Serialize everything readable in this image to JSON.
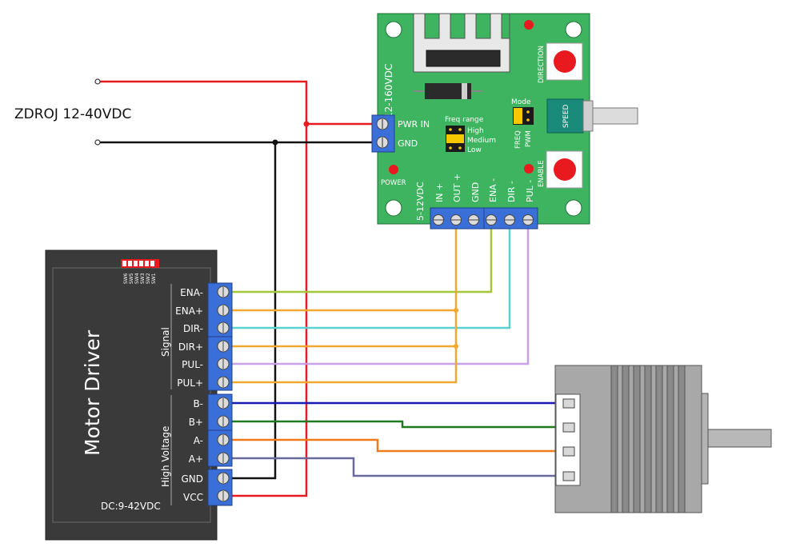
{
  "supply": {
    "label": "ZDROJ 12-40VDC"
  },
  "controller_board": {
    "voltage_label": "12-160VDC",
    "pwr_in_label": "PWR IN",
    "gnd_label": "GND",
    "freq_range_title": "Freq range",
    "freq_options": [
      "High",
      "Medium",
      "Low"
    ],
    "mode_title": "Mode",
    "mode_options": [
      "FREQ",
      "PWM"
    ],
    "direction_label": "DIRECTION",
    "enable_label": "ENABLE",
    "speed_label": "SPEED",
    "power_label": "POWER",
    "logic_voltage_label": "5-12VDC",
    "terminals": [
      "IN +",
      "OUT +",
      "GND",
      "ENA -",
      "DIR -",
      "PUL -"
    ]
  },
  "motor_driver": {
    "title": "Motor Driver",
    "switch_labels": [
      "SW6",
      "SW5",
      "SW4",
      "SW3",
      "SW2",
      "SW1"
    ],
    "signal_group_label": "Signal",
    "high_voltage_group_label": "High Voltage",
    "rating_label": "DC:9-42VDC",
    "terminals": [
      "ENA-",
      "ENA+",
      "DIR-",
      "DIR+",
      "PUL-",
      "PUL+",
      "B-",
      "B+",
      "A-",
      "A+",
      "GND",
      "VCC"
    ]
  },
  "wire_colors": {
    "power_positive": "#e8191f",
    "power_ground": "#111111",
    "enable": "#a4c639",
    "direction": "#5bd0d0",
    "pulse": "#c8a0e8",
    "out_plus": "#f0a830",
    "coil_b_minus": "#1a1ab0",
    "coil_b_plus": "#1f7a1f",
    "coil_a_minus": "#f07a1a",
    "coil_a_plus": "#6a6a9a"
  },
  "component_colors": {
    "board": "#3eb460",
    "driver_body": "#3a3a3a",
    "terminal_block": "#3b6fd8",
    "button": "#e8191f",
    "jumper": "#f5c800",
    "motor": "#a8a8a8"
  }
}
